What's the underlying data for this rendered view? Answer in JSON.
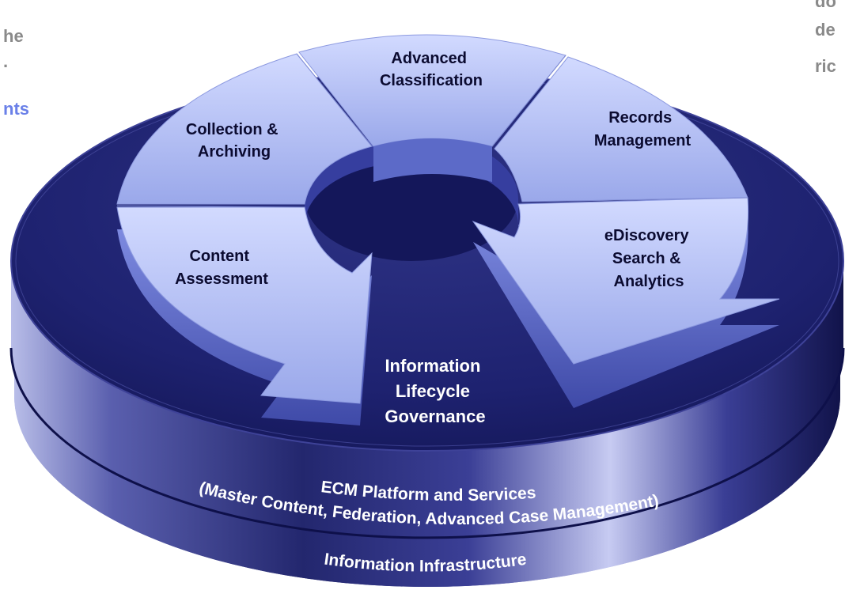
{
  "background_fragments": {
    "left": [
      "he",
      ".",
      "nts"
    ],
    "right": [
      "do",
      "de",
      "ric"
    ]
  },
  "colors": {
    "platter_top": "#1c2068",
    "platter_side": "#2a2e7a",
    "segment_fill": "#aebaf2",
    "segment_side": "#5a68c8",
    "accent_text": "#6a80e8"
  },
  "segments": {
    "advanced_classification": [
      "Advanced",
      "Classification"
    ],
    "collection_archiving": [
      "Collection &",
      "Archiving"
    ],
    "records_management": [
      "Records",
      "Management"
    ],
    "content_assessment": [
      "Content",
      "Assessment"
    ],
    "ediscovery": [
      "eDiscovery",
      "Search &",
      "Analytics"
    ]
  },
  "center": [
    "Information",
    "Lifecycle",
    "Governance"
  ],
  "platform_ring": {
    "title": "ECM Platform and Services",
    "subtitle": "(Master Content, Federation, Advanced Case Management)"
  },
  "infrastructure_ring": {
    "title": "Information Infrastructure"
  }
}
